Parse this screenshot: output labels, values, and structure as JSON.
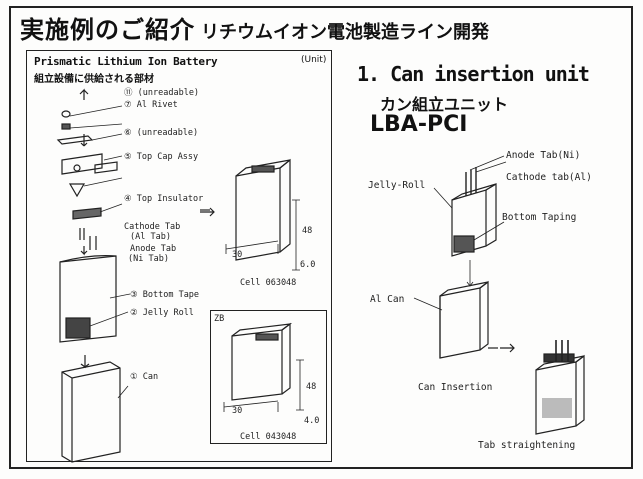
{
  "slide": {
    "title_main": "実施例のご紹介",
    "title_sub": "リチウムイオン電池製造ライン開発"
  },
  "left_panel": {
    "title": "Prismatic Lithium Ion Battery",
    "subtitle": "組立設備に供給される部材",
    "unit_note": "(Unit)",
    "parts": [
      {
        "num": "⑪",
        "label": "(unreadable)"
      },
      {
        "num": "⑦",
        "label": "Al Rivet"
      },
      {
        "num": "⑥",
        "label": "(unreadable)"
      },
      {
        "num": "⑤",
        "label": "Top Cap Assy"
      },
      {
        "num": "④",
        "label": "Top Insulator"
      },
      {
        "num": "",
        "label": "Cathode Tab"
      },
      {
        "num": "",
        "label": "(Al Tab)"
      },
      {
        "num": "",
        "label": "Anode Tab"
      },
      {
        "num": "",
        "label": "(Ni Tab)"
      },
      {
        "num": "③",
        "label": "Bottom Tape"
      },
      {
        "num": "②",
        "label": "Jelly Roll"
      },
      {
        "num": "①",
        "label": "Can"
      }
    ],
    "cell1": {
      "dim_h": "48",
      "dim_w": "30",
      "dim_t": "6.0",
      "caption": "Cell 063048"
    },
    "cell2": {
      "inset_tag": "ZB",
      "dim_h": "48",
      "dim_w": "30",
      "dim_t": "4.0",
      "caption": "Cell 043048"
    }
  },
  "right_panel": {
    "heading": "1. Can insertion unit",
    "heading_jp": "カン組立ユニット",
    "model": "LBA-PCI",
    "labels": {
      "anode_tab": "Anode Tab(Ni)",
      "cathode_tab": "Cathode tab(Al)",
      "jelly_roll": "Jelly-Roll",
      "bottom_taping": "Bottom Taping",
      "al_can": "Al Can",
      "can_insertion": "Can Insertion",
      "tab_straightening": "Tab straightening"
    }
  }
}
